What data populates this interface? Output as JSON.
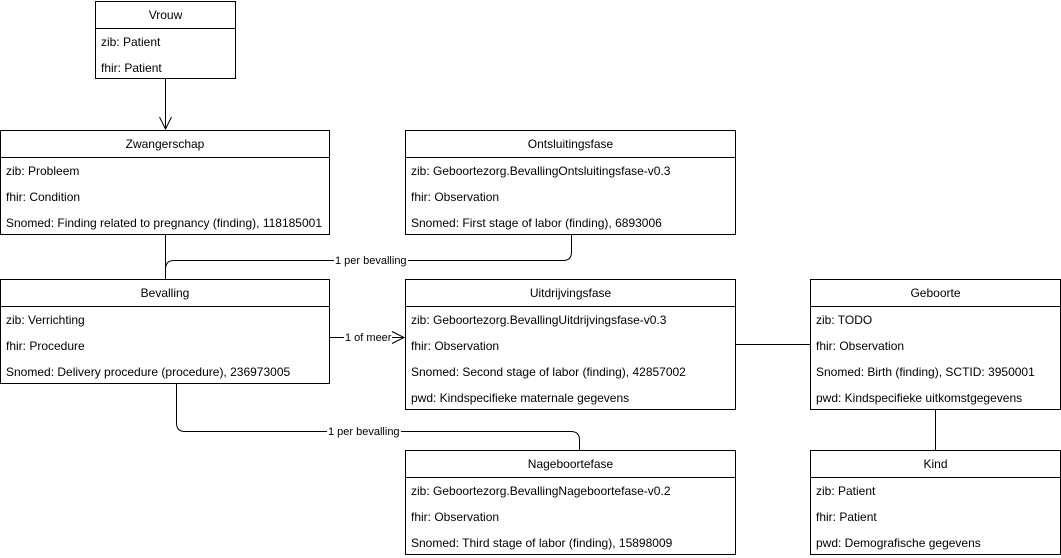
{
  "entities": {
    "vrouw": {
      "title": "Vrouw",
      "rows": [
        "zib: Patient",
        "fhir: Patient"
      ]
    },
    "zwangerschap": {
      "title": "Zwangerschap",
      "rows": [
        "zib: Probleem",
        "fhir: Condition",
        "Snomed: Finding related to pregnancy (finding), 118185001"
      ]
    },
    "ontsluitingsfase": {
      "title": "Ontsluitingsfase",
      "rows": [
        "zib: Geboortezorg.BevallingOntsluitingsfase-v0.3",
        "fhir: Observation",
        "Snomed: First stage of labor (finding), 6893006"
      ]
    },
    "bevalling": {
      "title": "Bevalling",
      "rows": [
        "zib: Verrichting",
        "fhir: Procedure",
        "Snomed: Delivery procedure (procedure), 236973005"
      ]
    },
    "uitdrijvingsfase": {
      "title": "Uitdrijvingsfase",
      "rows": [
        "zib: Geboortezorg.BevallingUitdrijvingsfase-v0.3",
        "fhir: Observation",
        "Snomed: Second stage of labor (finding), 42857002",
        "pwd: Kindspecifieke maternale gegevens"
      ]
    },
    "geboorte": {
      "title": "Geboorte",
      "rows": [
        "zib: TODO",
        "fhir: Observation",
        "Snomed: Birth (finding), SCTID: 3950001",
        "pwd: Kindspecifieke uitkomstgegevens"
      ]
    },
    "nageboortefase": {
      "title": "Nageboortefase",
      "rows": [
        "zib: Geboortezorg.BevallingNageboortefase-v0.2",
        "fhir: Observation",
        "Snomed: Third stage of labor (finding), 15898009"
      ]
    },
    "kind": {
      "title": "Kind",
      "rows": [
        "zib: Patient",
        "fhir: Patient",
        "pwd: Demografische gegevens"
      ]
    }
  },
  "edge_labels": {
    "ontsluiting": "1 per bevalling",
    "uitdrijving": "1 of meer",
    "nageboorte": "1 per bevalling"
  }
}
